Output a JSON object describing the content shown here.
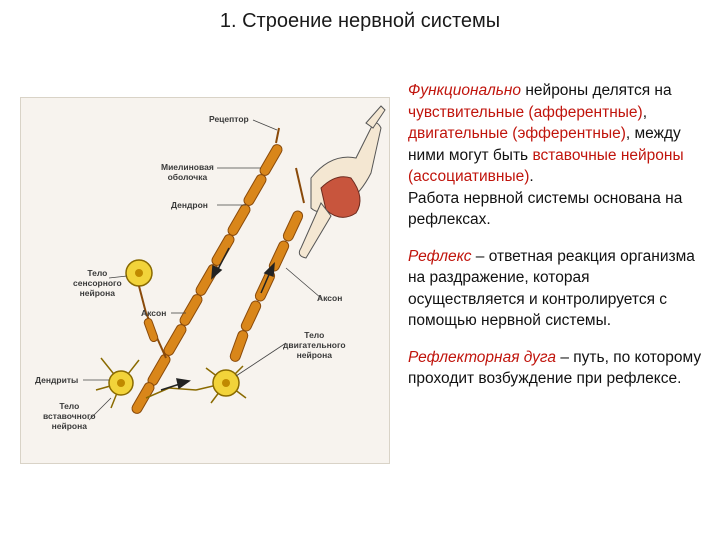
{
  "title": "1. Строение нервной системы",
  "figure": {
    "labels": {
      "receptor": "Рецептор",
      "myelin": "Миелиновая\nоболочка",
      "dendrite": "Дендрон",
      "sensory_body": "Тело\nсенсорного\nнейрона",
      "axon_left": "Аксон",
      "axon_right": "Аксон",
      "motor_body": "Тело\nдвигательного\nнейрона",
      "dendrites": "Дендриты",
      "inter_body": "Тело\nвставочного\nнейрона"
    }
  },
  "text": {
    "p1": {
      "term": "Функционально",
      "part1": " нейроны делятся на ",
      "hl1": "чувствительные (афферентные)",
      "part2": ", ",
      "hl2": "двигательные (эфферентные)",
      "part3": ", между ними могут быть ",
      "hl3": "вставочные нейроны (ассоциативные)",
      "part4": "."
    },
    "p2": "Работа нервной системы основана на рефлексах.",
    "p3": {
      "term": "Рефлекс",
      "rest": " – ответная реакция организма на раздражение, которая осуществляется и контролируется с помощью нервной системы."
    },
    "p4": {
      "term": "Рефлекторная дуга",
      "rest": " – путь, по которому проходит возбуждение при рефлексе."
    }
  },
  "colors": {
    "accent_red": "#c0140c",
    "myelin_orange": "#d9861a",
    "muscle_red": "#c8553d",
    "cell_yellow": "#f2d33a"
  }
}
